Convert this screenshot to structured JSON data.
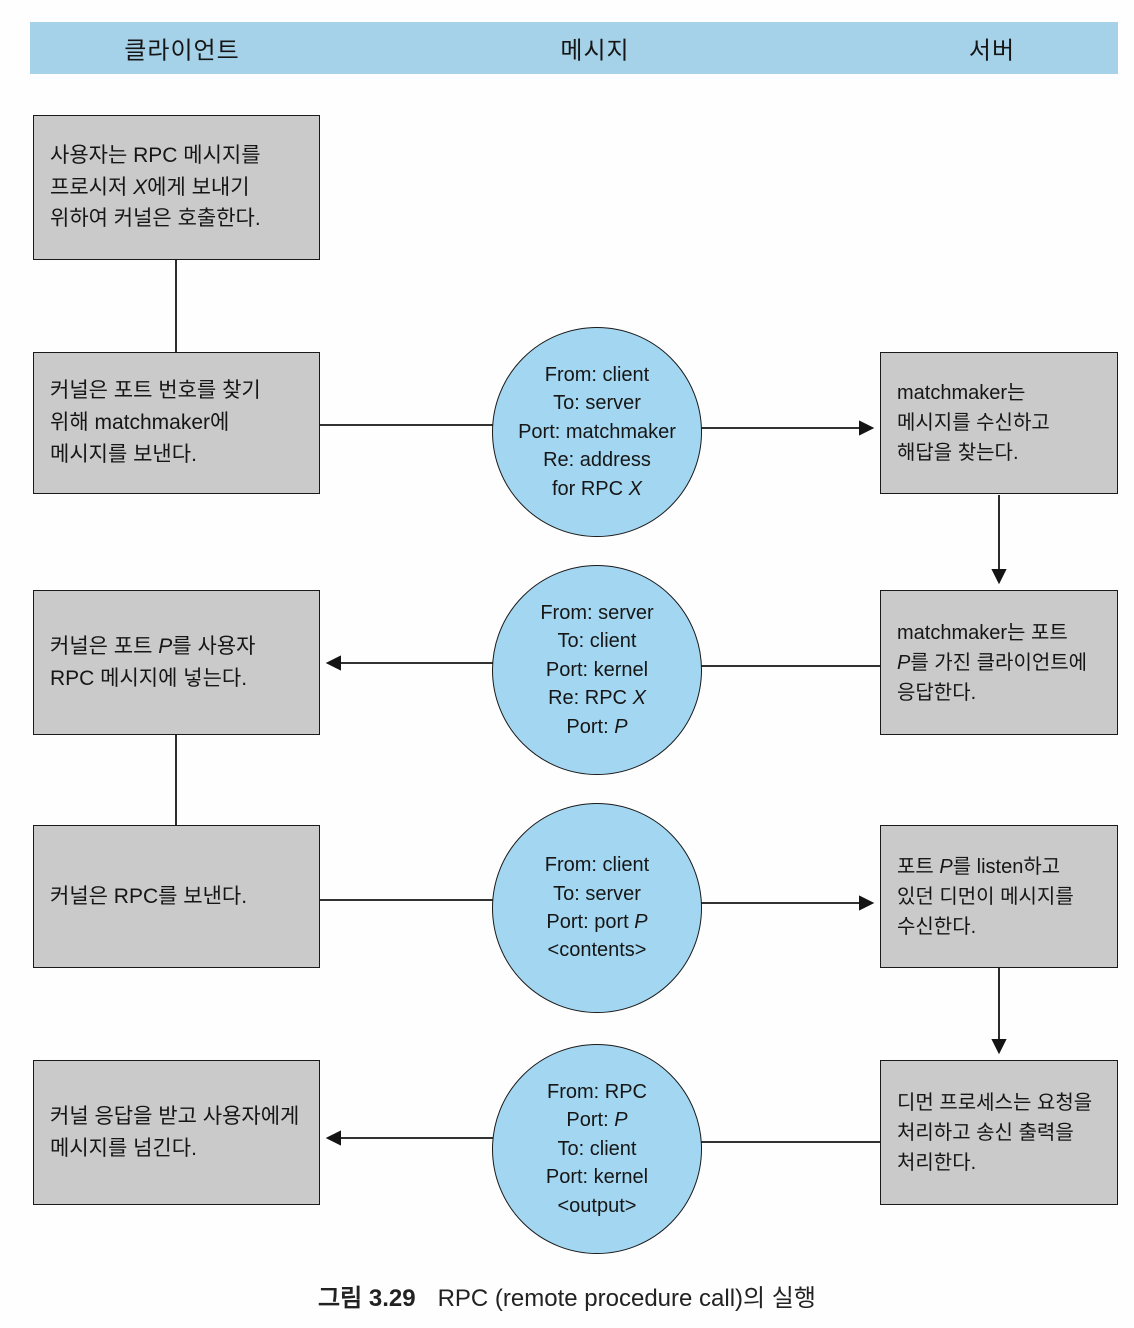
{
  "header": {
    "client": "클라이언트",
    "message": "메시지",
    "server": "서버"
  },
  "client_steps": [
    {
      "text": "사용자는 RPC 메시지를 프로시저 X에게 보내기 위하여 커널은 호출한다."
    },
    {
      "text": "커널은 포트 번호를 찾기 위해 matchmaker에 메시지를 보낸다."
    },
    {
      "text": "커널은 포트 P를 사용자 RPC 메시지에 넣는다."
    },
    {
      "text": "커널은 RPC를 보낸다."
    },
    {
      "text": "커널 응답을 받고 사용자에게 메시지를 넘긴다."
    }
  ],
  "messages": [
    {
      "text": "From: client\nTo: server\nPort: matchmaker\nRe: address\nfor RPC X"
    },
    {
      "text": "From: server\nTo: client\nPort: kernel\nRe: RPC X\nPort: P"
    },
    {
      "text": "From: client\nTo: server\nPort: port P\n<contents>"
    },
    {
      "text": "From: RPC\nPort: P\nTo: client\nPort: kernel\n<output>"
    }
  ],
  "server_steps": [
    {
      "text": "matchmaker는 메시지를 수신하고 해답을 찾는다."
    },
    {
      "text": "matchmaker는 포트 P를 가진 클라이언트에 응답한다."
    },
    {
      "text": "포트 P를 listen하고 있던 디먼이 메시지를 수신한다."
    },
    {
      "text": "디먼 프로세스는 요청을 처리하고 송신 출력을 처리한다."
    }
  ],
  "caption": {
    "label": "그림 3.29",
    "text": "RPC (remote procedure call)의 실행"
  },
  "colors": {
    "header_bg": "#a6d2e9",
    "box_bg": "#cacaca",
    "circle_bg": "#a3d7f1",
    "line": "#141414"
  }
}
